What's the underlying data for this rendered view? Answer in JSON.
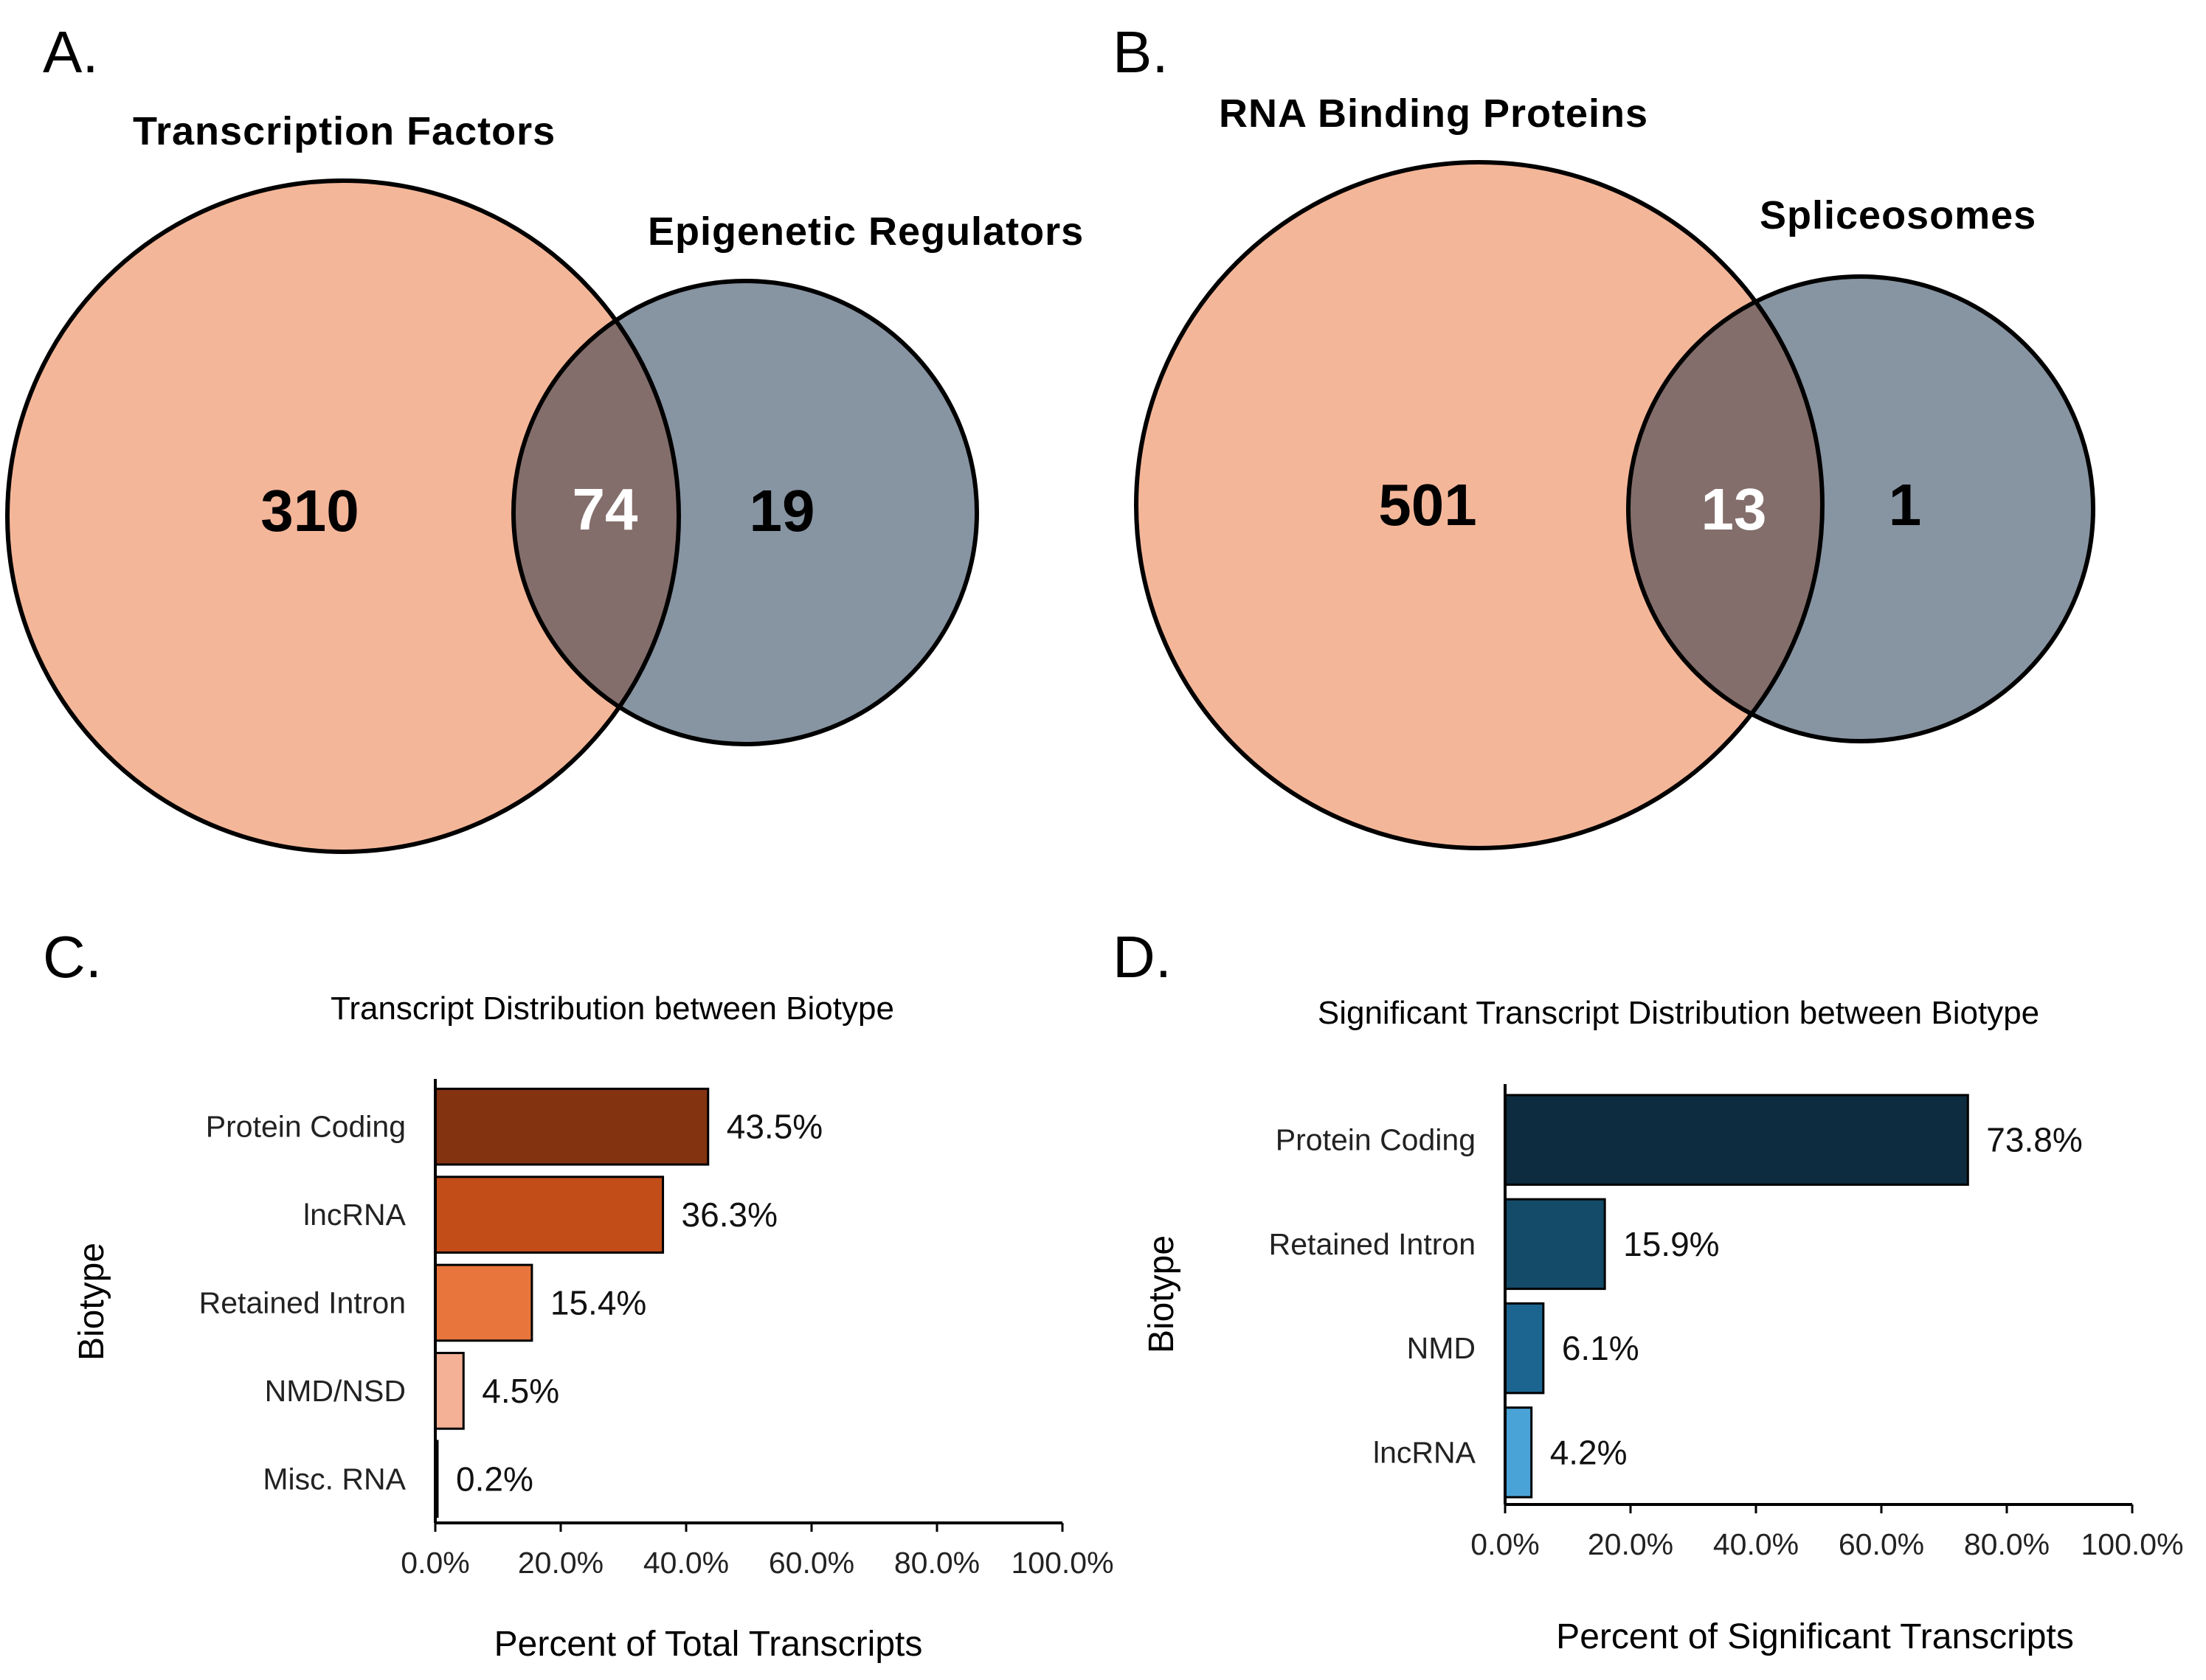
{
  "panels": {
    "A": "A.",
    "B": "B.",
    "C": "C.",
    "D": "D."
  },
  "venn_a": {
    "left_label": "Transcription  Factors",
    "right_label": "Epigenetic  Regulators",
    "left_only": "310",
    "overlap": "74",
    "right_only": "19",
    "left_color": "#f4b699",
    "right_color": "#8794a2",
    "overlap_color": "#836e6b"
  },
  "venn_b": {
    "left_label": "RNA Binding  Proteins",
    "right_label": "Spliceosomes",
    "left_only": "501",
    "overlap": "13",
    "right_only": "1",
    "left_color": "#f4b699",
    "right_color": "#8794a2",
    "overlap_color": "#836e6b"
  },
  "chart_data": [
    {
      "type": "bar",
      "orientation": "horizontal",
      "title": "Transcript Distribution between Biotype",
      "xlabel": "Percent of Total Transcripts",
      "ylabel": "Biotype",
      "xlim": [
        0,
        100
      ],
      "xticks": [
        "0.0%",
        "20.0%",
        "40.0%",
        "60.0%",
        "80.0%",
        "100.0%"
      ],
      "categories": [
        "Protein Coding",
        "lncRNA",
        "Retained Intron",
        "NMD/NSD",
        "Misc. RNA"
      ],
      "values": [
        43.5,
        36.3,
        15.4,
        4.5,
        0.2
      ],
      "value_labels": [
        "43.5%",
        "36.3%",
        "15.4%",
        "4.5%",
        "0.2%"
      ],
      "colors": [
        "#843311",
        "#c24d18",
        "#e8753b",
        "#f4b196",
        "#f8d5c5"
      ]
    },
    {
      "type": "bar",
      "orientation": "horizontal",
      "title": "Significant Transcript Distribution between Biotype",
      "xlabel": "Percent of Significant Transcripts",
      "ylabel": "Biotype",
      "xlim": [
        0,
        100
      ],
      "xticks": [
        "0.0%",
        "20.0%",
        "40.0%",
        "60.0%",
        "80.0%",
        "100.0%"
      ],
      "categories": [
        "Protein Coding",
        "Retained Intron",
        "NMD",
        "lncRNA"
      ],
      "values": [
        73.8,
        15.9,
        6.1,
        4.2
      ],
      "value_labels": [
        "73.8%",
        "15.9%",
        "6.1%",
        "4.2%"
      ],
      "colors": [
        "#0e2c3f",
        "#144b69",
        "#1c6590",
        "#4aa3d7"
      ]
    }
  ]
}
